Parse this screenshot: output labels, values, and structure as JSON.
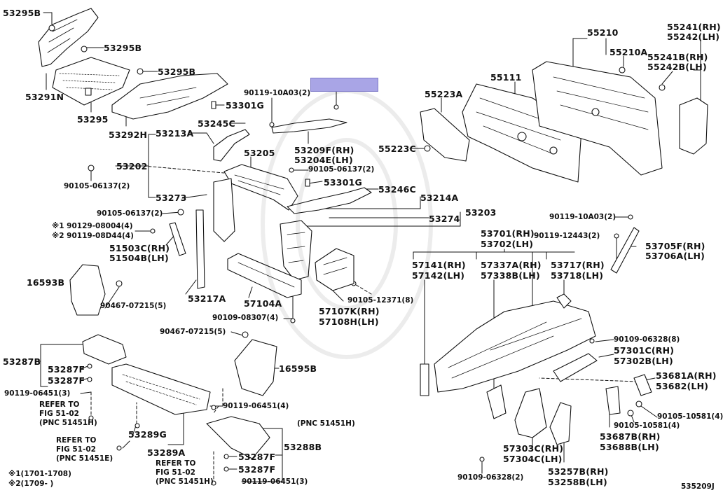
{
  "labels": [
    {
      "id": "53295B_a",
      "text": "53295B"
    },
    {
      "id": "53295B_b",
      "text": "53295B"
    },
    {
      "id": "53295B_c",
      "text": "53295B"
    },
    {
      "id": "53291N",
      "text": "53291N"
    },
    {
      "id": "53295",
      "text": "53295"
    },
    {
      "id": "53292H",
      "text": "53292H"
    },
    {
      "id": "53301G_a",
      "text": "53301G"
    },
    {
      "id": "90119-10A03_a",
      "text": "90119-10A03(2)"
    },
    {
      "id": "53245C",
      "text": "53245C"
    },
    {
      "id": "53213A",
      "text": "53213A"
    },
    {
      "id": "53205",
      "text": "53205"
    },
    {
      "id": "53209F",
      "text": "53209F(RH)"
    },
    {
      "id": "53204E",
      "text": "53204E(LH)"
    },
    {
      "id": "53202",
      "text": "53202"
    },
    {
      "id": "90105-06137_a",
      "text": "90105-06137(2)"
    },
    {
      "id": "90105-06137_b",
      "text": "90105-06137(2)"
    },
    {
      "id": "53301G_b",
      "text": "53301G"
    },
    {
      "id": "53246C",
      "text": "53246C"
    },
    {
      "id": "53273",
      "text": "53273"
    },
    {
      "id": "53214A",
      "text": "53214A"
    },
    {
      "id": "90105-06137_c",
      "text": "90105-06137(2)"
    },
    {
      "id": "53203",
      "text": "53203"
    },
    {
      "id": "53274",
      "text": "53274"
    },
    {
      "id": "90129",
      "text": "※1 90129-08004(4)"
    },
    {
      "id": "90119-08D44",
      "text": "※2 90119-08D44(4)"
    },
    {
      "id": "51503C",
      "text": "51503C(RH)"
    },
    {
      "id": "51504B",
      "text": "51504B(LH)"
    },
    {
      "id": "16593B",
      "text": "16593B"
    },
    {
      "id": "90467-07215_a",
      "text": "90467-07215(5)"
    },
    {
      "id": "53217A",
      "text": "53217A"
    },
    {
      "id": "57104A",
      "text": "57104A"
    },
    {
      "id": "57107K",
      "text": "57107K(RH)"
    },
    {
      "id": "57108H",
      "text": "57108H(LH)"
    },
    {
      "id": "90105-12371",
      "text": "90105-12371(8)"
    },
    {
      "id": "90109-08307",
      "text": "90109-08307(4)"
    },
    {
      "id": "90467-07215_b",
      "text": "90467-07215(5)"
    },
    {
      "id": "53287B",
      "text": "53287B"
    },
    {
      "id": "53287F_a",
      "text": "53287F"
    },
    {
      "id": "53287F_b",
      "text": "53287F"
    },
    {
      "id": "90119-06451_a",
      "text": "90119-06451(3)"
    },
    {
      "id": "refer1_a",
      "text": "REFER TO"
    },
    {
      "id": "refer1_b",
      "text": "FIG 51-02"
    },
    {
      "id": "refer1_c",
      "text": "(PNC 51451H)"
    },
    {
      "id": "16595B",
      "text": "16595B"
    },
    {
      "id": "90119-06451_b",
      "text": "90119-06451(4)"
    },
    {
      "id": "pnc_mid",
      "text": "(PNC 51451H)"
    },
    {
      "id": "53289G",
      "text": "53289G"
    },
    {
      "id": "refer2_a",
      "text": "REFER TO"
    },
    {
      "id": "refer2_b",
      "text": "FIG 51-02"
    },
    {
      "id": "refer2_c",
      "text": "(PNC 51451E)"
    },
    {
      "id": "53289A",
      "text": "53289A"
    },
    {
      "id": "refer3_a",
      "text": "REFER TO"
    },
    {
      "id": "refer3_b",
      "text": "FIG 51-02"
    },
    {
      "id": "refer3_c",
      "text": "(PNC 51451H)"
    },
    {
      "id": "53288B",
      "text": "53288B"
    },
    {
      "id": "53287F_c",
      "text": "53287F"
    },
    {
      "id": "53287F_d",
      "text": "53287F"
    },
    {
      "id": "90119-06451_c",
      "text": "90119-06451(3)"
    },
    {
      "id": "note1",
      "text": "※1(1701-1708)"
    },
    {
      "id": "note2",
      "text": "※2(1709-    )"
    },
    {
      "id": "55210",
      "text": "55210"
    },
    {
      "id": "55210A",
      "text": "55210A"
    },
    {
      "id": "55241",
      "text": "55241(RH)"
    },
    {
      "id": "55242",
      "text": "55242(LH)"
    },
    {
      "id": "55241B",
      "text": "55241B(RH)"
    },
    {
      "id": "55242B",
      "text": "55242B(LH)"
    },
    {
      "id": "55111",
      "text": "55111"
    },
    {
      "id": "55223A",
      "text": "55223A"
    },
    {
      "id": "55223C",
      "text": "55223C"
    },
    {
      "id": "90119-10A03_b",
      "text": "90119-10A03(2)"
    },
    {
      "id": "90119-12443",
      "text": "90119-12443(2)"
    },
    {
      "id": "53705F",
      "text": "53705F(RH)"
    },
    {
      "id": "53706A",
      "text": "53706A(LH)"
    },
    {
      "id": "53701",
      "text": "53701(RH)"
    },
    {
      "id": "53702",
      "text": "53702(LH)"
    },
    {
      "id": "57141",
      "text": "57141(RH)"
    },
    {
      "id": "57142",
      "text": "57142(LH)"
    },
    {
      "id": "57337A",
      "text": "57337A(RH)"
    },
    {
      "id": "57338B",
      "text": "57338B(LH)"
    },
    {
      "id": "53717",
      "text": "53717(RH)"
    },
    {
      "id": "53718",
      "text": "53718(LH)"
    },
    {
      "id": "90109-06328_a",
      "text": "90109-06328(8)"
    },
    {
      "id": "57301C",
      "text": "57301C(RH)"
    },
    {
      "id": "57302B",
      "text": "57302B(LH)"
    },
    {
      "id": "53681A",
      "text": "53681A(RH)"
    },
    {
      "id": "53682",
      "text": "53682(LH)"
    },
    {
      "id": "90105-10581_a",
      "text": "90105-10581(4)"
    },
    {
      "id": "90105-10581_b",
      "text": "90105-10581(4)"
    },
    {
      "id": "53687B",
      "text": "53687B(RH)"
    },
    {
      "id": "53688B",
      "text": "53688B(LH)"
    },
    {
      "id": "57303C",
      "text": "57303C(RH)"
    },
    {
      "id": "57304C",
      "text": "57304C(LH)"
    },
    {
      "id": "53257B",
      "text": "53257B(RH)"
    },
    {
      "id": "53258B",
      "text": "53258B(LH)"
    },
    {
      "id": "90109-06328_b",
      "text": "90109-06328(2)"
    },
    {
      "id": "figno",
      "text": "535209J"
    }
  ],
  "highlight_color": "#a9a5e6"
}
